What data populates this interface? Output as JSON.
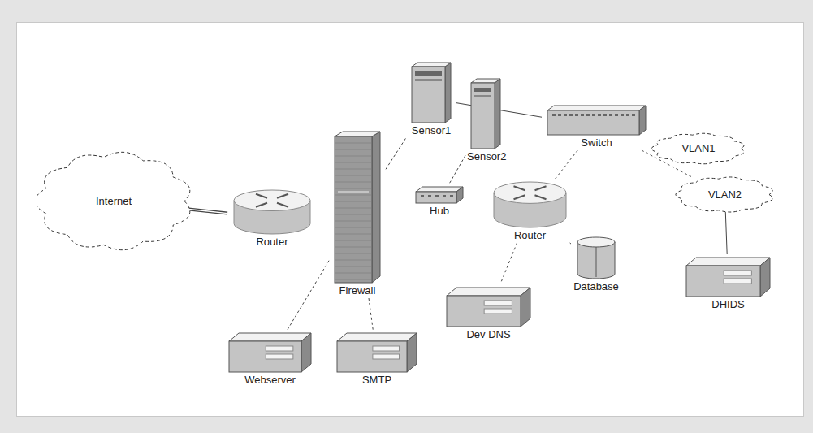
{
  "diagram": {
    "nodes": [
      {
        "text": [
          "Internet"
        ]
      },
      {
        "text": [
          "Router"
        ]
      },
      {
        "text": [
          "Firewall"
        ]
      },
      {
        "text": [
          "Webserver"
        ]
      },
      {
        "text": [
          "SMTP"
        ]
      },
      {
        "text": [
          "Sensor1"
        ]
      },
      {
        "text": [
          "Sensor2"
        ]
      },
      {
        "text": [
          "Hub"
        ]
      },
      {
        "text": [
          "Router"
        ]
      },
      {
        "text": [
          "Switch"
        ]
      },
      {
        "text": [
          "VLAN1"
        ]
      },
      {
        "text": [
          "VLAN2"
        ]
      },
      {
        "text": [
          "DHIDS"
        ]
      },
      {
        "text": [
          "Database"
        ]
      },
      {
        "text": [
          "Dev DNS"
        ]
      }
    ],
    "edges": [
      {
        "from": 0,
        "to": 1,
        "arrow": "none"
      },
      {
        "from": 2,
        "to": 5,
        "arrow": "none"
      },
      {
        "from": 2,
        "to": 3,
        "arrow": "none"
      },
      {
        "from": 2,
        "to": 4,
        "arrow": "none"
      },
      {
        "from": 5,
        "to": 9,
        "arrow": "none"
      },
      {
        "from": 6,
        "to": 7,
        "arrow": "none"
      },
      {
        "from": 9,
        "to": 8,
        "arrow": "none"
      },
      {
        "from": 9,
        "to": 11,
        "arrow": "none"
      },
      {
        "from": 11,
        "to": 12,
        "arrow": "none"
      },
      {
        "from": 8,
        "to": 14,
        "arrow": "none"
      },
      {
        "from": 8,
        "to": 13,
        "arrow": "none"
      }
    ]
  }
}
